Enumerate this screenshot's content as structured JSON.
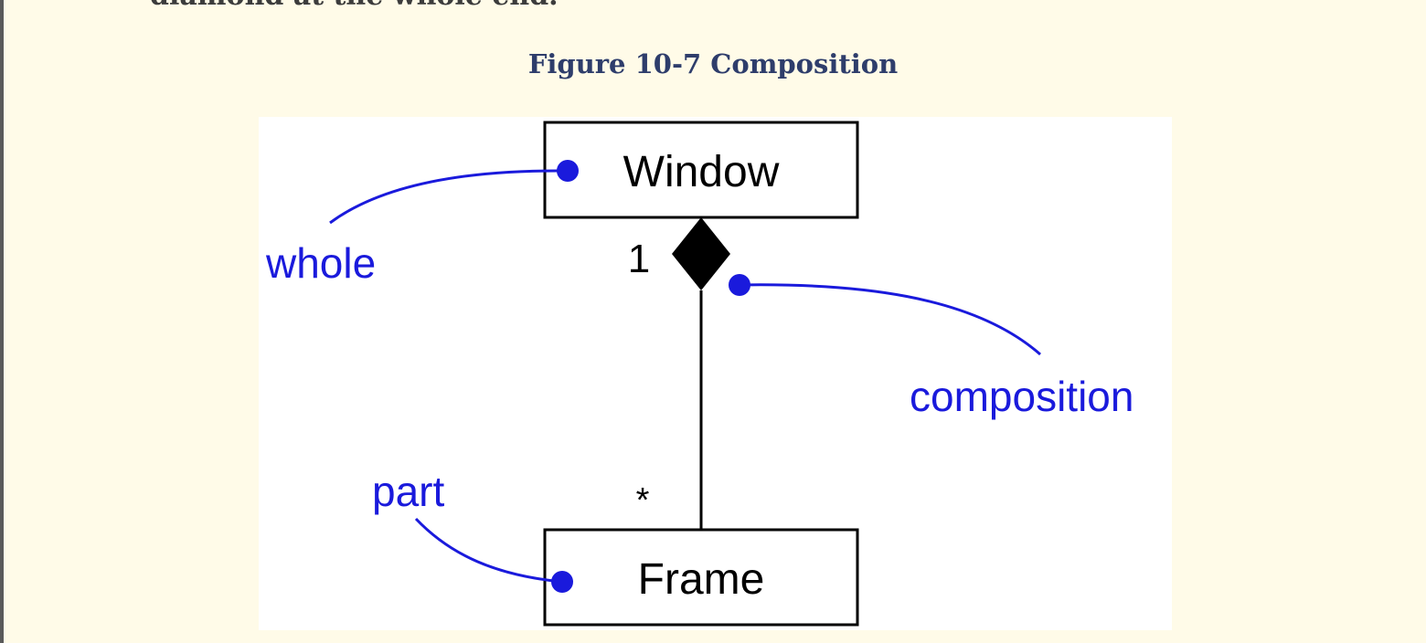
{
  "document": {
    "preceding_text": "diamond at the whole end.",
    "figure_caption": "Figure 10-7 Composition"
  },
  "diagram": {
    "classes": {
      "whole_class": "Window",
      "part_class": "Frame"
    },
    "multiplicities": {
      "whole_end": "1",
      "part_end": "*"
    },
    "annotations": {
      "whole": "whole",
      "composition": "composition",
      "part": "part"
    },
    "colors": {
      "annotation": "#1a1adc",
      "line": "#000000",
      "caption": "#2e3d6b",
      "background": "#fffbe8"
    }
  }
}
